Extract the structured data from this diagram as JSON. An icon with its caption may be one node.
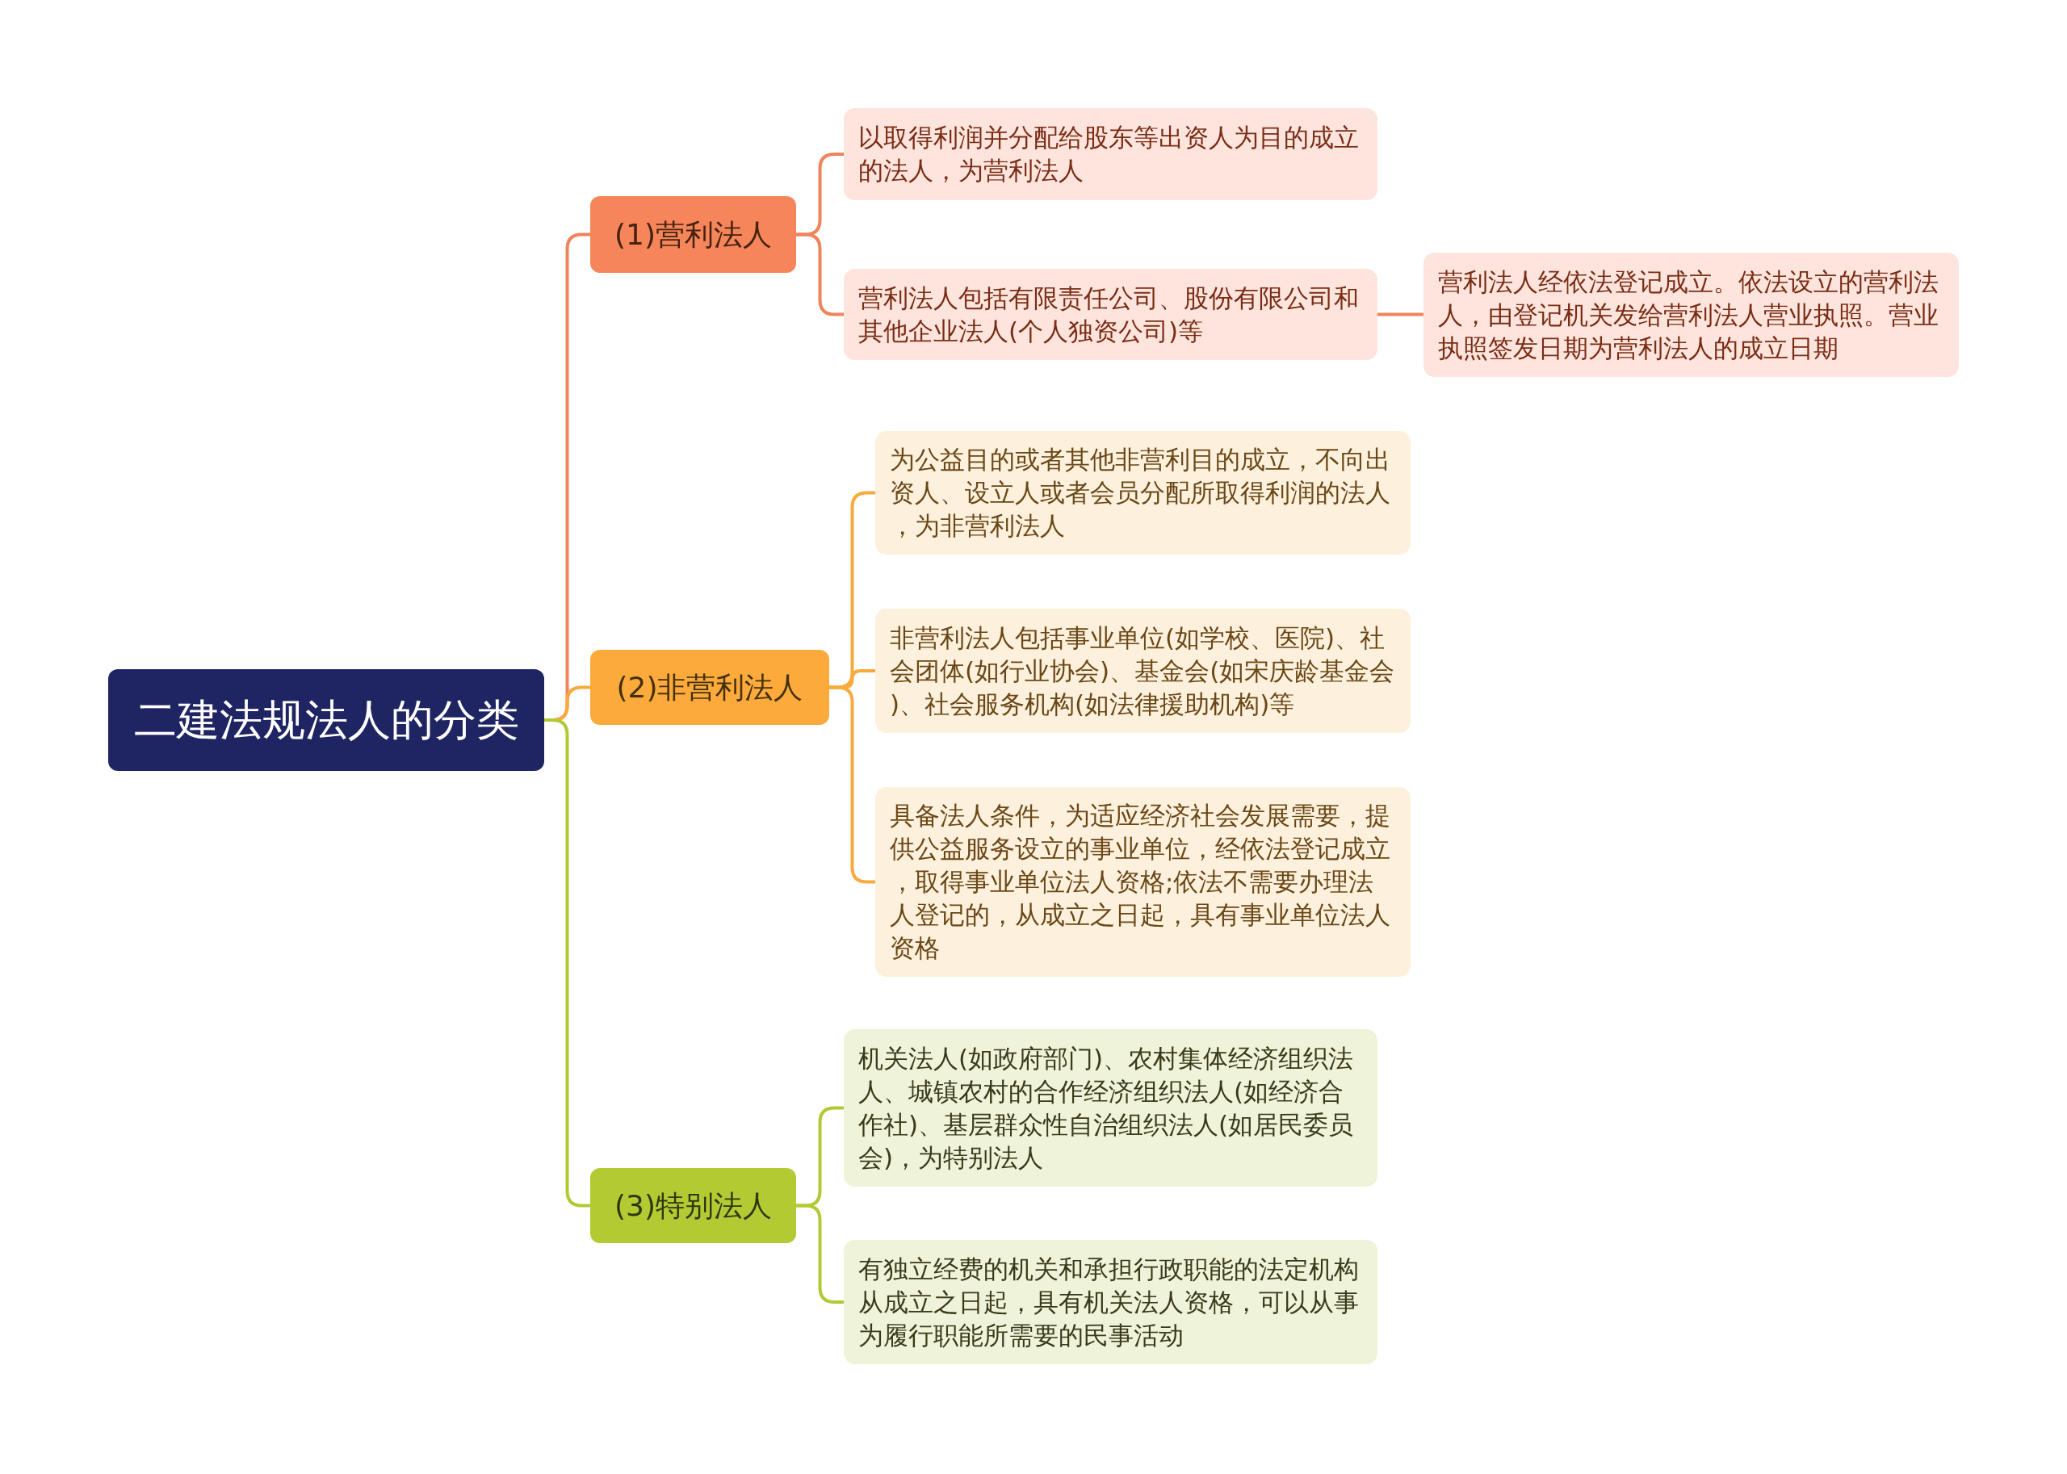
{
  "diagram": {
    "nodes": [
      {
        "text": [
          "二建法规法人的分类"
        ]
      },
      {
        "text": [
          "(1)营利法人"
        ]
      },
      {
        "text": [
          "以取得利润并分配给股东等出资人为目的成立的法人，为营利法人"
        ]
      },
      {
        "text": [
          "营利法人包括有限责任公司、股份有限公司和其他企业法人(个人独资公司)等"
        ]
      },
      {
        "text": [
          "营利法人经依法登记成立。依法设立的营利法人，由登记机关发给营利法人营业执照。营业执照签发日期为营利法人的成立日期"
        ]
      },
      {
        "text": [
          "(2)非营利法人"
        ]
      },
      {
        "text": [
          "为公益目的或者其他非营利目的成立，不向出资人、设立人或者会员分配所取得利润的法人，为非营利法人"
        ]
      },
      {
        "text": [
          "非营利法人包括事业单位(如学校、医院)、社会团体(如行业协会)、基金会(如宋庆龄基金会)、社会服务机构(如法律援助机构)等"
        ]
      },
      {
        "text": [
          "具备法人条件，为适应经济社会发展需要，提供公益服务设立的事业单位，经依法登记成立，取得事业单位法人资格;依法不需要办理法人登记的，从成立之日起，具有事业单位法人资格"
        ]
      },
      {
        "text": [
          "(3)特别法人"
        ]
      },
      {
        "text": [
          "机关法人(如政府部门)、农村集体经济组织法人、城镇农村的合作经济组织法人(如经济合作社)、基层群众性自治组织法人(如居民委员会)，为特别法人"
        ]
      },
      {
        "text": [
          "有独立经费的机关和承担行政职能的法定机构从成立之日起，具有机关法人资格，可以从事为履行职能所需要的民事活动"
        ]
      }
    ],
    "edges": [
      {
        "from": 0,
        "to": 1,
        "arrow": "none",
        "color": "#f0845a"
      },
      {
        "from": 0,
        "to": 5,
        "arrow": "none",
        "color": "#f9aa3c"
      },
      {
        "from": 0,
        "to": 9,
        "arrow": "none",
        "color": "#b3c934"
      },
      {
        "from": 1,
        "to": 2,
        "arrow": "none",
        "color": "#f0845a"
      },
      {
        "from": 1,
        "to": 3,
        "arrow": "none",
        "color": "#f0845a"
      },
      {
        "from": 3,
        "to": 4,
        "arrow": "none",
        "color": "#f0845a"
      },
      {
        "from": 5,
        "to": 6,
        "arrow": "none",
        "color": "#f9aa3c"
      },
      {
        "from": 5,
        "to": 7,
        "arrow": "none",
        "color": "#f9aa3c"
      },
      {
        "from": 5,
        "to": 8,
        "arrow": "none",
        "color": "#f9aa3c"
      },
      {
        "from": 9,
        "to": 10,
        "arrow": "none",
        "color": "#b3c934"
      },
      {
        "from": 9,
        "to": 11,
        "arrow": "none",
        "color": "#b3c934"
      }
    ]
  }
}
